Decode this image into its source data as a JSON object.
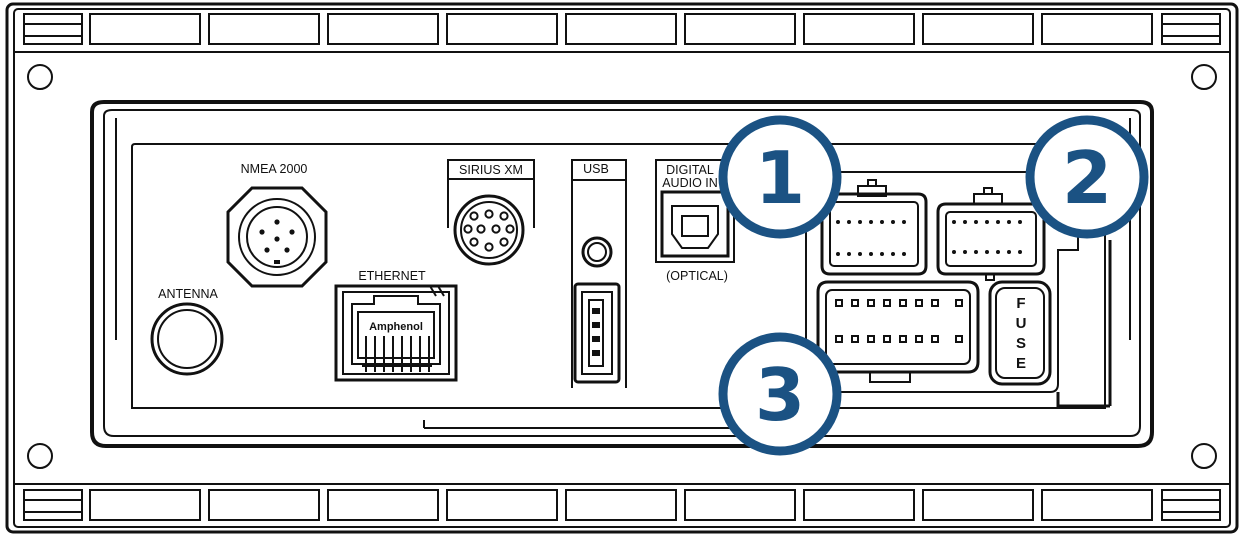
{
  "labels": {
    "nmea": "NMEA 2000",
    "sirius": "SIRIUS XM",
    "usb": "USB",
    "digital_line1": "DIGITAL",
    "digital_line2": "AUDIO IN",
    "optical": "(OPTICAL)",
    "ethernet": "ETHERNET",
    "antenna": "ANTENNA",
    "amphenol": "Amphenol",
    "fuse_letters": [
      "F",
      "U",
      "S",
      "E"
    ]
  },
  "callouts": [
    "1",
    "2",
    "3"
  ],
  "colors": {
    "callout_blue": "#1b5283",
    "line_black": "#111111"
  }
}
